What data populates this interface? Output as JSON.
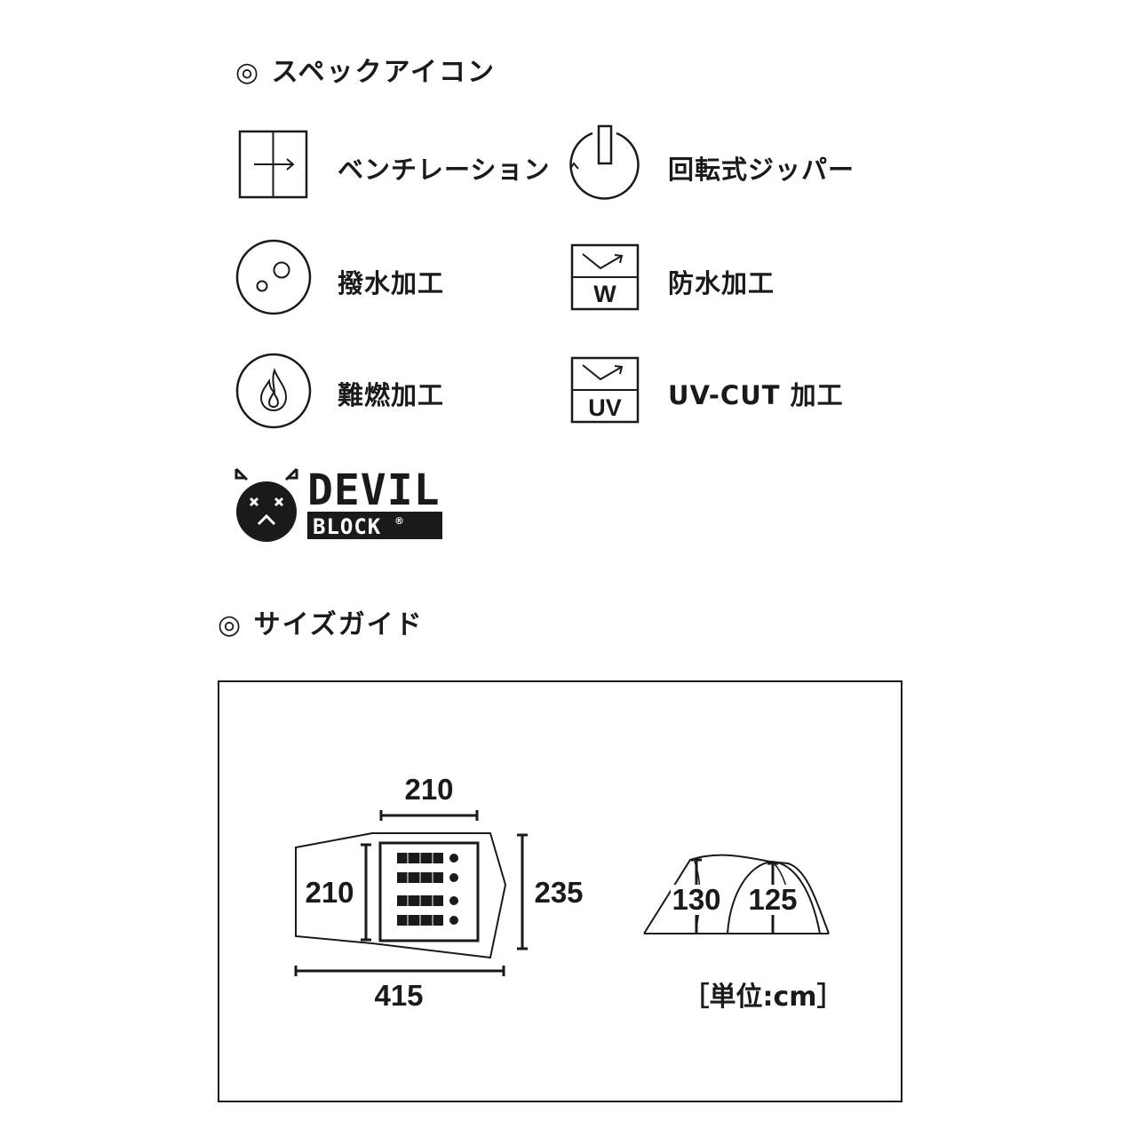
{
  "spec_section": {
    "title": "◎ スペックアイコン",
    "items": [
      {
        "label": "ベンチレーション",
        "icon": "ventilation-icon"
      },
      {
        "label": "回転式ジッパー",
        "icon": "rotating-zipper-icon"
      },
      {
        "label": "撥水加工",
        "icon": "water-repellent-icon"
      },
      {
        "label": "防水加工",
        "icon": "waterproof-icon",
        "badge": "W"
      },
      {
        "label": "難燃加工",
        "icon": "flame-retardant-icon"
      },
      {
        "label": "UV-CUT 加工",
        "icon": "uv-cut-icon",
        "badge": "UV"
      }
    ],
    "devil_block": {
      "line1": "DEVIL",
      "line2": "BLOCK",
      "mark": "®"
    }
  },
  "size_section": {
    "title": "◎ サイズガイド",
    "plan": {
      "inner_width": "210",
      "inner_depth": "210",
      "total_depth": "235",
      "total_length": "415"
    },
    "side": {
      "front_height": "130",
      "rear_height": "125"
    },
    "unit": "［単位:cm］"
  }
}
